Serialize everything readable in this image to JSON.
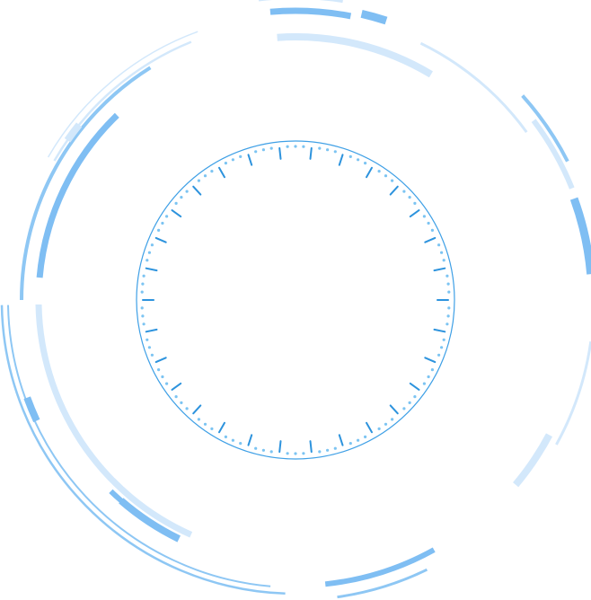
{
  "graphic": {
    "name": "circular-hud-frame",
    "dial": {
      "tick_count": 30,
      "dots_per_gap": 3
    },
    "colors": {
      "tick": "#2d93dd",
      "dial_circle": "#3fa0e6",
      "dot": "#7cc4f2",
      "arc_strong": "#7fbef3",
      "arc_light": "#d3e8fb",
      "arc_mid": "#8ec7f4"
    }
  }
}
